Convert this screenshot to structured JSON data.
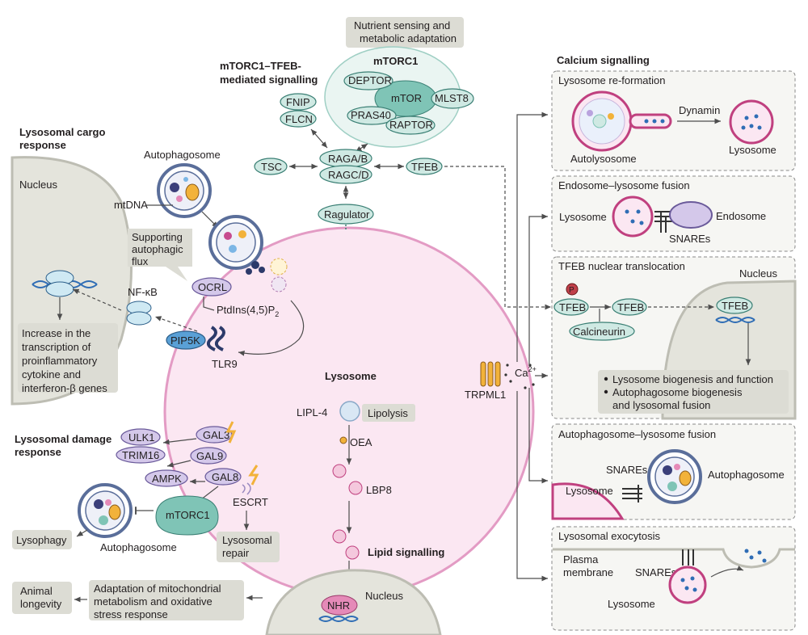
{
  "headings": {
    "cargo": [
      "Lysosomal cargo",
      "response"
    ],
    "mtorc_tfeb": [
      "mTORC1–TFEB-",
      "mediated signalling"
    ],
    "calcium": "Calcium signalling",
    "damage": [
      "Lysosomal damage",
      "response"
    ],
    "lipid": "Lipid signalling"
  },
  "top": {
    "nutrient": [
      "Nutrient sensing and",
      "metabolic adaptation"
    ],
    "mtorc1_title": "mTORC1",
    "deptor": "DEPTOR",
    "mtor": "mTOR",
    "mlst8": "MLST8",
    "pras40": "PRAS40",
    "raptor": "RAPTOR",
    "fnip": "FNIP",
    "flcn": "FLCN",
    "tsc": "TSC",
    "ragab": "RAGA/B",
    "ragcd": "RAGC/D",
    "tfeb": "TFEB",
    "ragulator": "Ragulator"
  },
  "cargo": {
    "autophagosome": "Autophagosome",
    "nucleus": "Nucleus",
    "mtdna": "mtDNA",
    "supporting": [
      "Supporting",
      "autophagic",
      "flux"
    ],
    "ocrl": "OCRL",
    "pip2": "PtdIns(4,5)P",
    "pip2_sub": "2",
    "nfkb": "NF-κB",
    "pip5k": "PIP5K",
    "tlr9": "TLR9",
    "increase": [
      "Increase in the",
      "transcription of",
      "proinflammatory",
      "cytokine and",
      "interferon-β genes"
    ]
  },
  "lysosome": {
    "label": "Lysosome",
    "lipl4": "LIPL-4",
    "lipolysis": "Lipolysis",
    "oea": "OEA",
    "lbp8": "LBP8",
    "trpml1": "TRPML1",
    "ca": "Ca",
    "ca_sup": "2+"
  },
  "damage": {
    "ulk1": "ULK1",
    "trim16": "TRIM16",
    "gal3": "GAL3",
    "gal9": "GAL9",
    "ampk": "AMPK",
    "gal8": "GAL8",
    "escrt": "ESCRT",
    "mtorc1": "mTORC1",
    "lysophagy": "Lysophagy",
    "autophagosome": "Autophagosome",
    "repair": [
      "Lysosomal",
      "repair"
    ]
  },
  "lipid_bottom": {
    "longevity": [
      "Animal",
      "longevity"
    ],
    "adaptation": [
      "Adaptation of mitochondrial",
      "metabolism and oxidative",
      "stress response"
    ],
    "nucleus": "Nucleus",
    "nhr": "NHR"
  },
  "panels": {
    "reformation": {
      "title": "Lysosome re-formation",
      "dynamin": "Dynamin",
      "autolysosome": "Autolysosome",
      "lysosome": "Lysosome"
    },
    "endo_fusion": {
      "title": "Endosome–lysosome fusion",
      "lysosome": "Lysosome",
      "endosome": "Endosome",
      "snares": "SNAREs"
    },
    "tfeb_trans": {
      "title": "TFEB nuclear translocation",
      "nucleus": "Nucleus",
      "p": "P",
      "tfeb": "TFEB",
      "calcineurin": "Calcineurin",
      "bullet1": "Lysosome biogenesis and function",
      "bullet2": [
        "Autophagosome biogenesis",
        "and lysosomal fusion"
      ]
    },
    "auto_fusion": {
      "title": "Autophagosome–lysosome fusion",
      "snares": "SNAREs",
      "autophagosome": "Autophagosome",
      "lysosome": "Lysosome"
    },
    "exocytosis": {
      "title": "Lysosomal exocytosis",
      "plasma": [
        "Plasma",
        "membrane"
      ],
      "snares": "SNAREs",
      "lysosome": "Lysosome"
    }
  },
  "colors": {
    "lysosome_fill": "#fbe7f2",
    "lysosome_stroke": "#e39bc4",
    "teal_protein": "#cfe9e3",
    "purple_protein": "#d4c8ea",
    "grey_box": "#dcdcd4"
  }
}
